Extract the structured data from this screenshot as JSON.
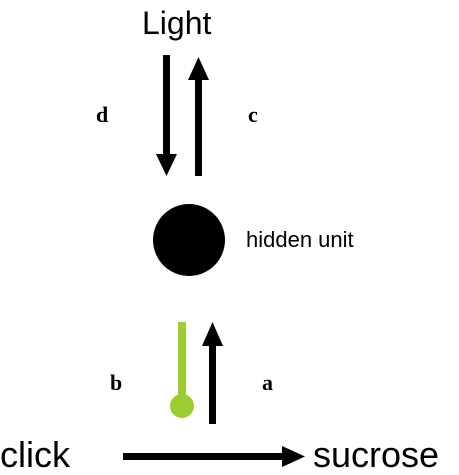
{
  "diagram": {
    "nodes": {
      "light": "Light",
      "hidden_unit": "hidden unit",
      "click": "click",
      "sucrose": "sucrose"
    },
    "edge_labels": {
      "a": "a",
      "b": "b",
      "c": "c",
      "d": "d"
    },
    "colors": {
      "ink": "#000000",
      "green_link": "#9acd32"
    },
    "icons": {
      "hidden_unit_node": "filled-circle",
      "b_link_end": "filled-circle"
    }
  }
}
